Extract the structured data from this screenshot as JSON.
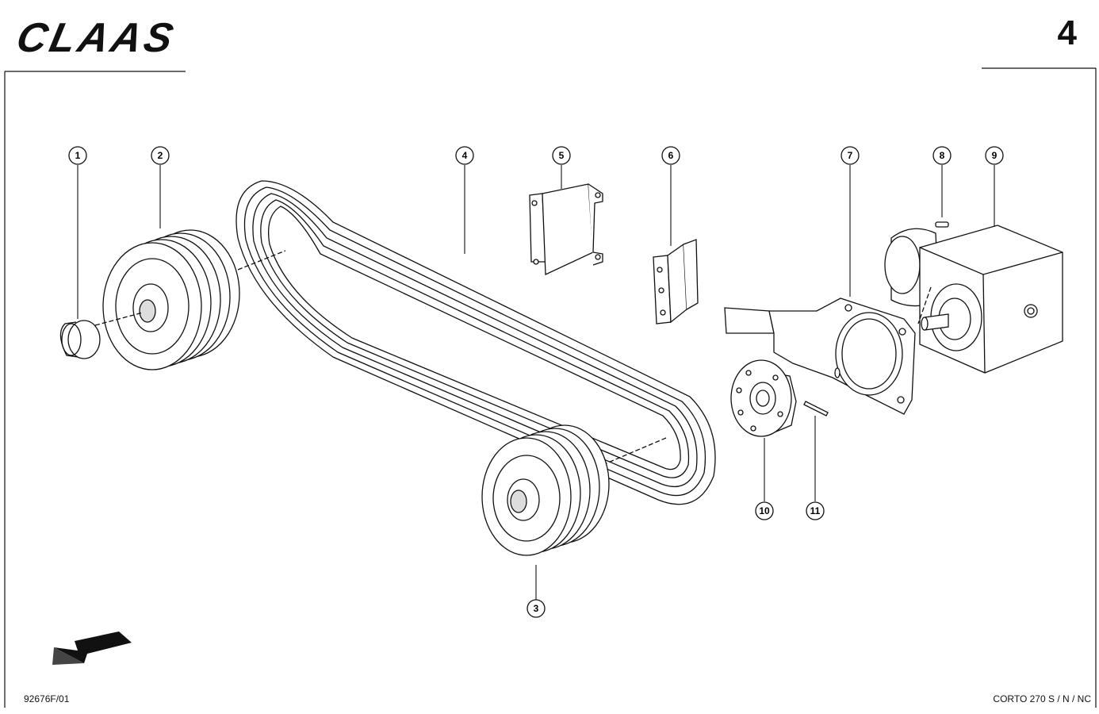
{
  "header": {
    "brand": "CLAAS",
    "page_number": "4"
  },
  "footer": {
    "drawing_code": "92676F/01",
    "model": "CORTO 270 S / N / NC"
  },
  "callouts": [
    "1",
    "2",
    "3",
    "4",
    "5",
    "6",
    "7",
    "8",
    "9",
    "10",
    "11"
  ],
  "icons": {
    "direction": "arrow-icon"
  }
}
